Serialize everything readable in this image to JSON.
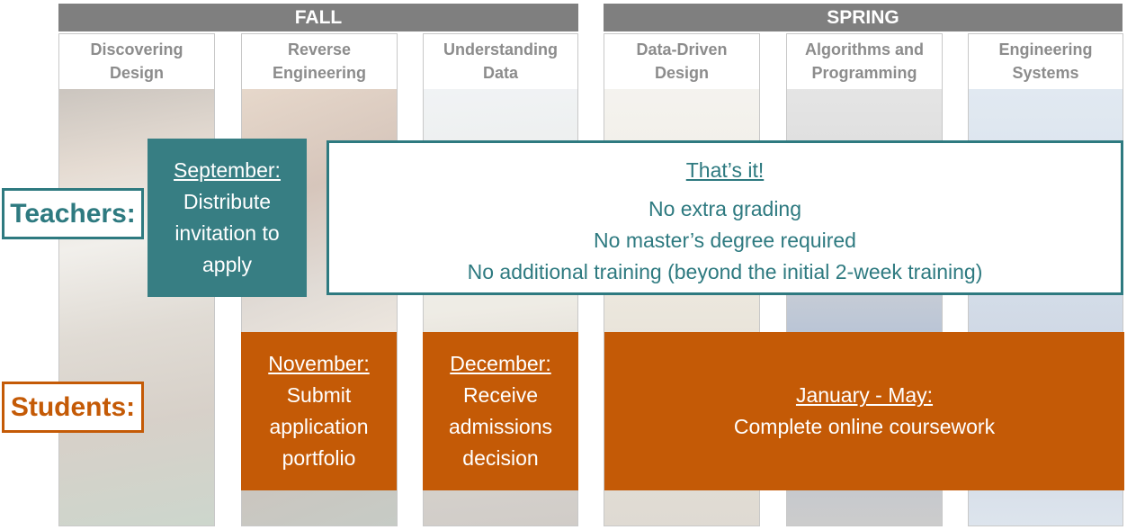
{
  "seasons": {
    "fall": "FALL",
    "spring": "SPRING"
  },
  "columns": [
    {
      "line1": "Discovering",
      "line2": "Design"
    },
    {
      "line1": "Reverse",
      "line2": "Engineering"
    },
    {
      "line1": "Understanding",
      "line2": "Data"
    },
    {
      "line1": "Data-Driven",
      "line2": "Design"
    },
    {
      "line1": "Algorithms and",
      "line2": "Programming"
    },
    {
      "line1": "Engineering",
      "line2": "Systems"
    }
  ],
  "roles": {
    "teachers": "Teachers:",
    "students": "Students:"
  },
  "teacher_step": {
    "when": "September:",
    "lines": [
      "Distribute",
      "invitation to",
      "apply"
    ]
  },
  "info": {
    "heading": "That’s it!",
    "lines": [
      "No extra grading",
      "No master’s degree required",
      "No additional training (beyond the initial 2-week training)"
    ]
  },
  "student_steps": [
    {
      "when": "November:",
      "lines": [
        "Submit",
        "application",
        "portfolio"
      ]
    },
    {
      "when": "December:",
      "lines": [
        "Receive",
        "admissions",
        "decision"
      ]
    },
    {
      "when": "January - May:",
      "lines": [
        "Complete online coursework"
      ]
    }
  ],
  "colors": {
    "teal": "#377e83",
    "orange": "#c45a06",
    "season_bar": "#7f7f7f"
  }
}
